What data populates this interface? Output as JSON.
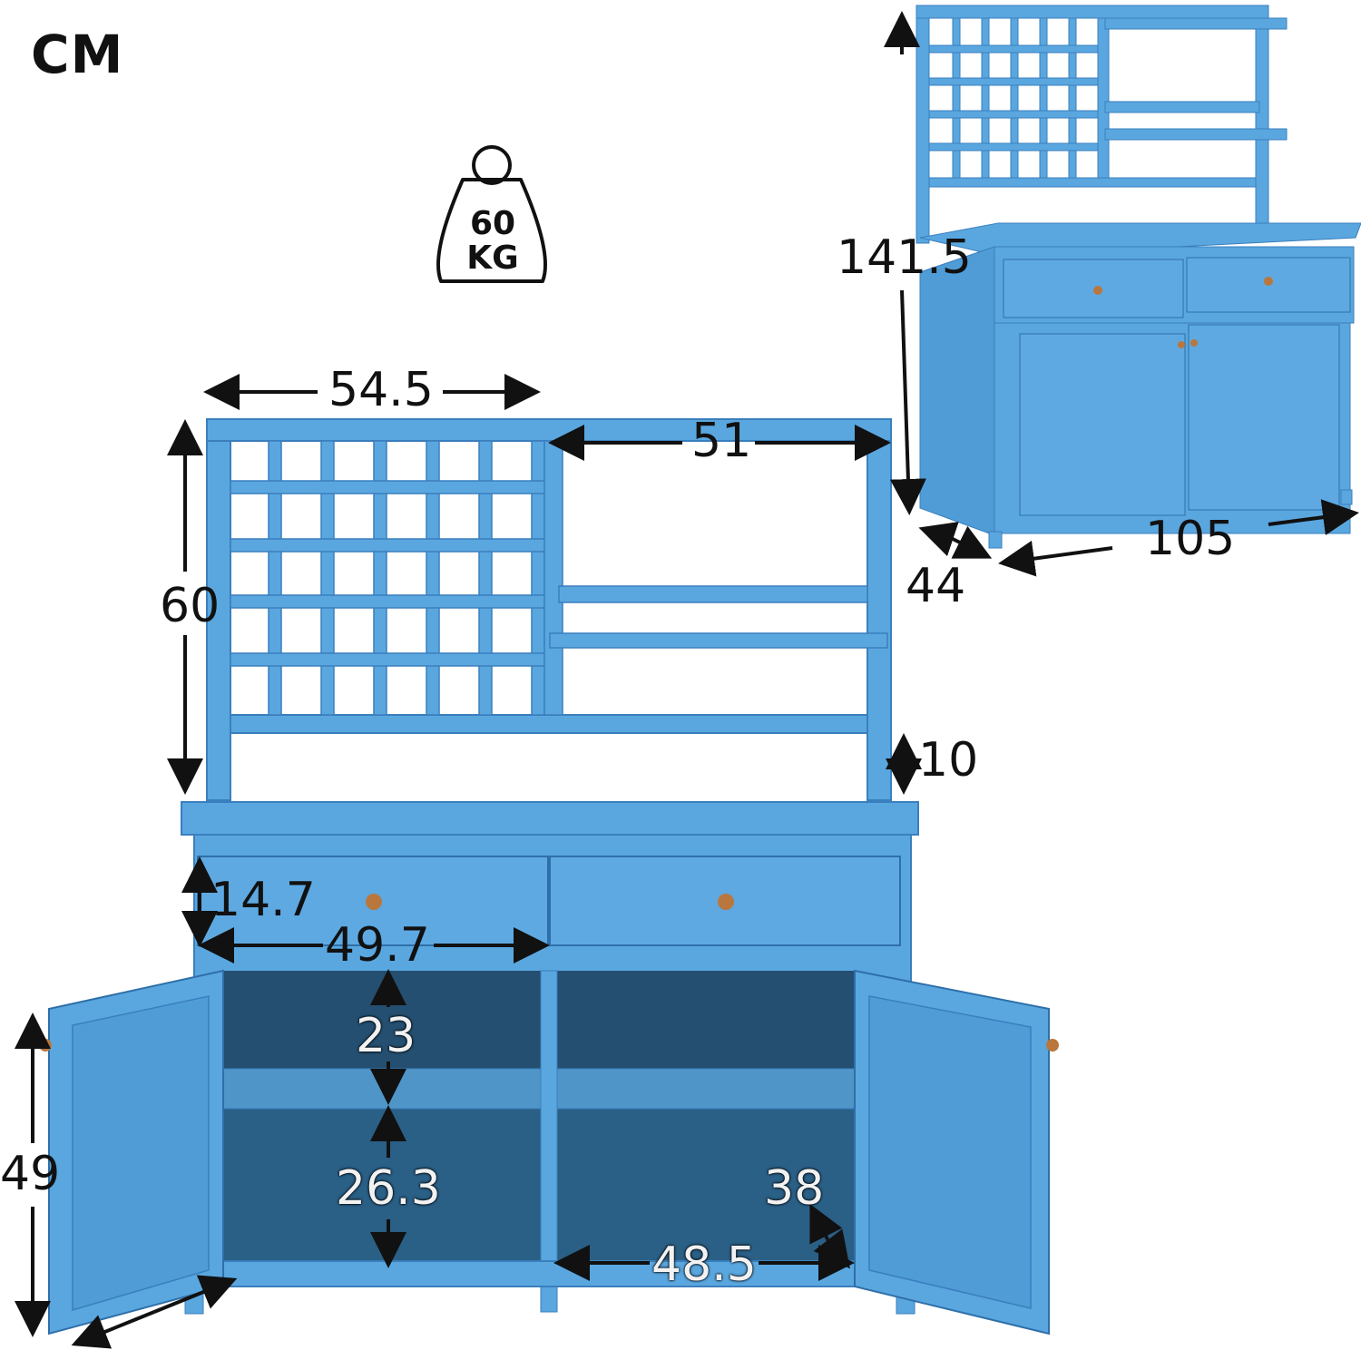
{
  "unit_label": "CM",
  "weight": {
    "value": "60",
    "unit": "KG"
  },
  "dimensions": {
    "overall_height": "141.5",
    "depth": "44",
    "overall_width": "105",
    "hutch_width": "54.5",
    "shelf_width": "51",
    "hutch_height": "60",
    "gap": "10",
    "drawer_height": "14.7",
    "drawer_width": "49.7",
    "upper_compartment": "23",
    "lower_compartment": "26.3",
    "cabinet_height": "49",
    "cabinet_depth": "38",
    "cabinet_width": "48.5"
  },
  "colors": {
    "wood_blue": "#5aa7e0",
    "wood_dark": "#3a7fbd",
    "interior": "#2a5f86",
    "knob": "#b9773d"
  }
}
